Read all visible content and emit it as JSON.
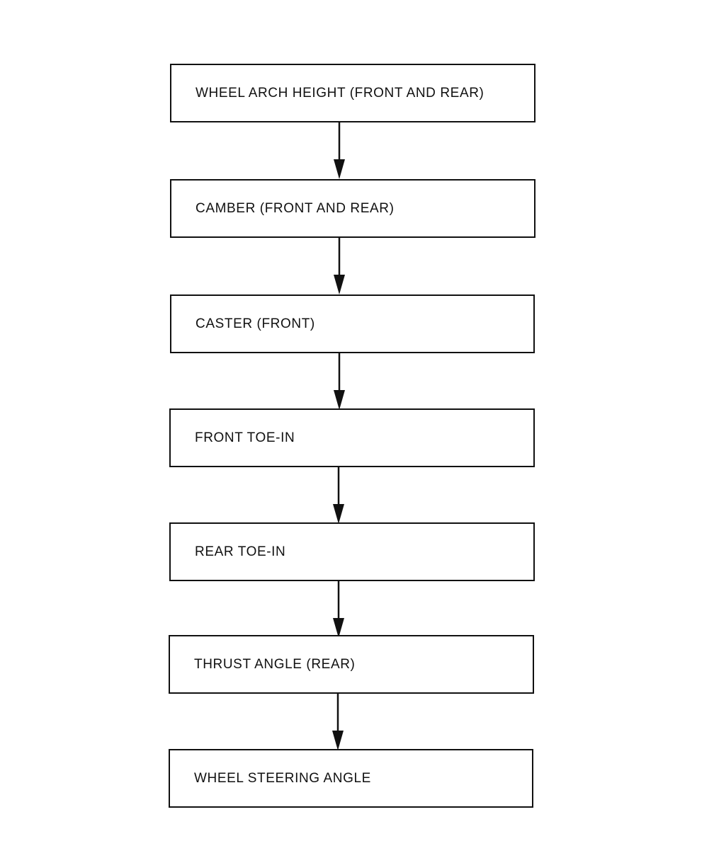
{
  "diagram": {
    "type": "vertical-flowchart",
    "steps": [
      {
        "label": "WHEEL ARCH HEIGHT (FRONT AND REAR)"
      },
      {
        "label": "CAMBER (FRONT AND REAR)"
      },
      {
        "label": "CASTER (FRONT)"
      },
      {
        "label": "FRONT TOE-IN"
      },
      {
        "label": "REAR TOE-IN"
      },
      {
        "label": "THRUST ANGLE (REAR)"
      },
      {
        "label": "WHEEL STEERING ANGLE"
      }
    ],
    "connectors": [
      {
        "from": 0,
        "to": 1
      },
      {
        "from": 1,
        "to": 2
      },
      {
        "from": 2,
        "to": 3
      },
      {
        "from": 3,
        "to": 4
      },
      {
        "from": 4,
        "to": 5
      },
      {
        "from": 5,
        "to": 6
      }
    ],
    "colors": {
      "line": "#111111",
      "background": "#ffffff"
    }
  }
}
